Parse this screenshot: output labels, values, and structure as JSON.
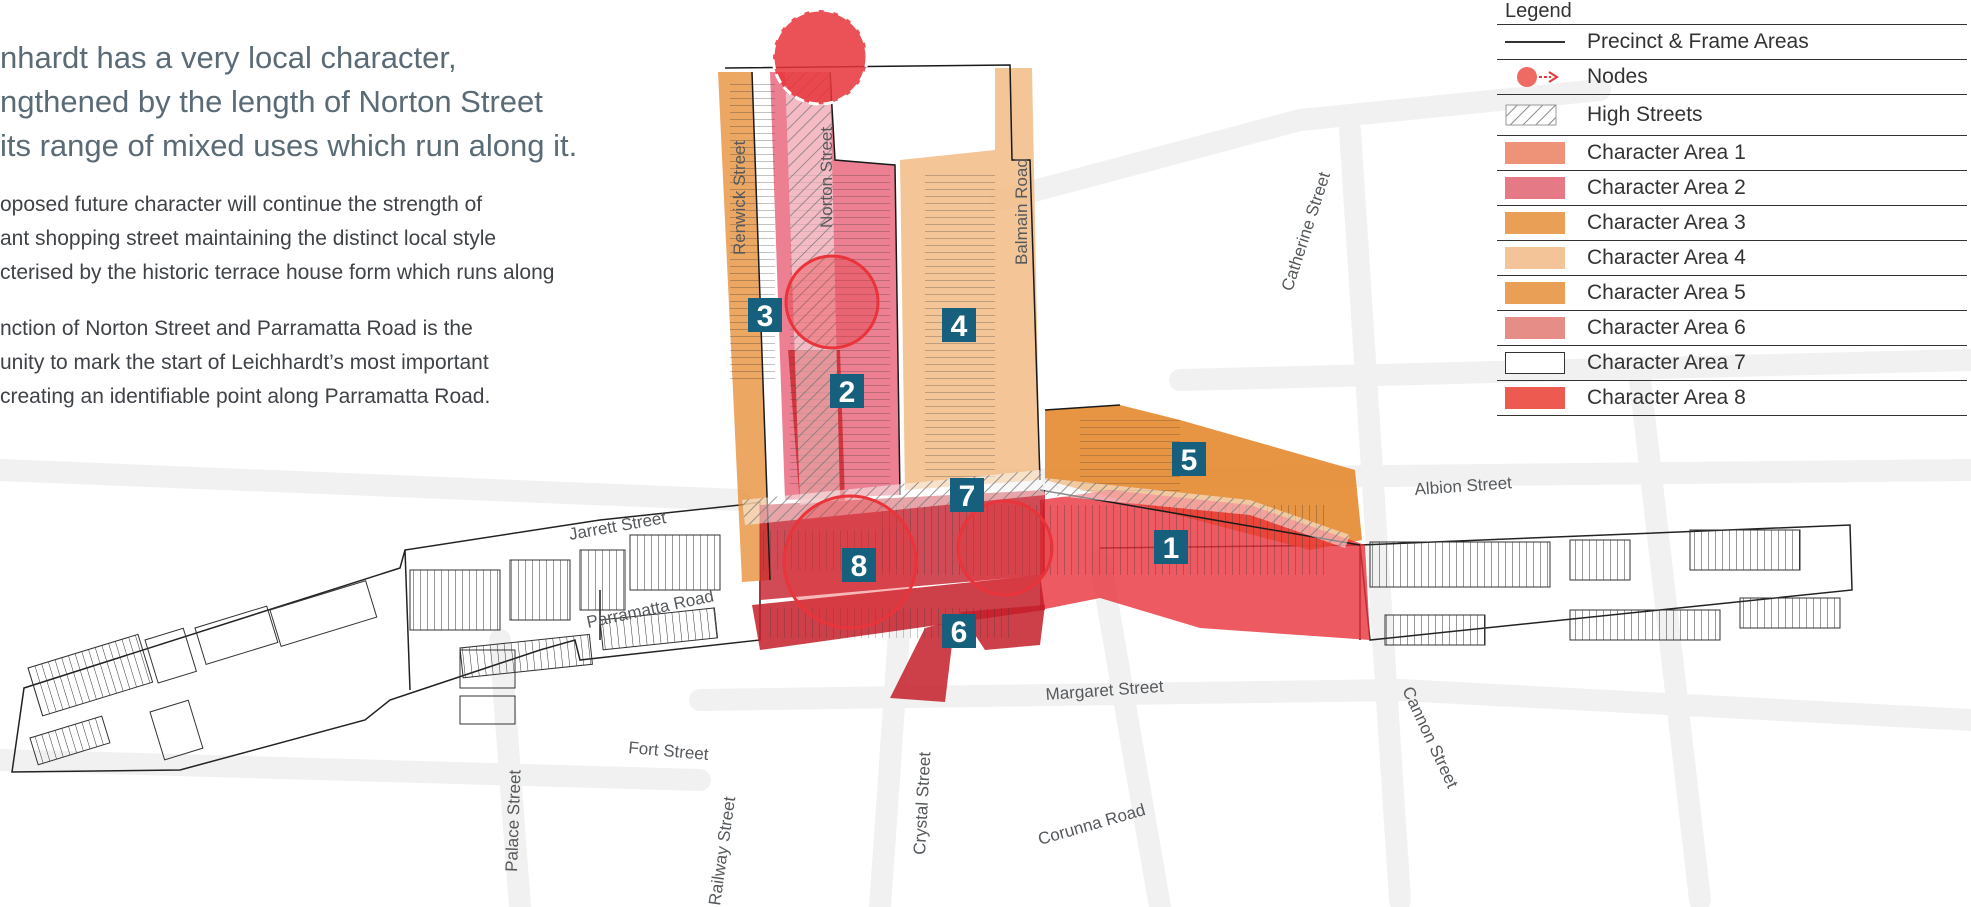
{
  "intro": {
    "heading_lines": [
      "nhardt has a very local character,",
      "ngthened by the length of Norton Street",
      "its range of mixed uses which run along it."
    ],
    "paragraph1_lines": [
      "oposed future character will continue the strength of",
      "ant shopping street maintaining the distinct local style",
      "cterised by the historic terrace house form which runs along"
    ],
    "paragraph2_lines": [
      "nction of Norton Street and Parramatta Road is the",
      "unity to mark the start of Leichhardt’s most important",
      " creating an identifiable point along Parramatta Road."
    ]
  },
  "legend": {
    "title": "Legend",
    "items": [
      {
        "label": "Precinct & Frame Areas",
        "key": "line"
      },
      {
        "label": "Nodes",
        "key": "node"
      },
      {
        "label": "High Streets",
        "key": "hatch"
      },
      {
        "label": "Character Area 1",
        "key": "fill",
        "color": "#ee9278"
      },
      {
        "label": "Character Area 2",
        "key": "fill",
        "color": "#e57a86"
      },
      {
        "label": "Character Area 3",
        "key": "fill",
        "color": "#e9a056"
      },
      {
        "label": "Character Area 4",
        "key": "fill",
        "color": "#f3c497"
      },
      {
        "label": "Character Area 5",
        "key": "fill",
        "color": "#e9a056"
      },
      {
        "label": "Character Area 6",
        "key": "fill",
        "color": "#e78d87"
      },
      {
        "label": "Character Area 7",
        "key": "outline",
        "color": "#ffffff"
      },
      {
        "label": "Character Area 8",
        "key": "fill",
        "color": "#ec5a50"
      }
    ]
  },
  "streets": {
    "renwick": "Renwick Street",
    "norton": "Norton Street",
    "balmain": "Balmain Road",
    "catherine": "Catherine Street",
    "albion": "Albion Street",
    "jarrett": "Jarrett Street",
    "parramatta": "Parramatta Road",
    "margaret": "Margaret Street",
    "fort": "Fort Street",
    "palace": "Palace Street",
    "railway": "Railway Street",
    "crystal": "Crystal Street",
    "corunna": "Corunna Road",
    "cannon": "Cannon Street"
  },
  "area_numbers": [
    "1",
    "2",
    "3",
    "4",
    "5",
    "6",
    "7",
    "8"
  ],
  "colors": {
    "area1": "#e8313a",
    "area2": "#cc1f3b",
    "area3": "#e0893a",
    "area4": "#f1bb85",
    "area5": "#e58a2f",
    "area6": "#c41e2a",
    "area8": "#c81820",
    "node": "#e8343a",
    "badge": "#16607d"
  }
}
